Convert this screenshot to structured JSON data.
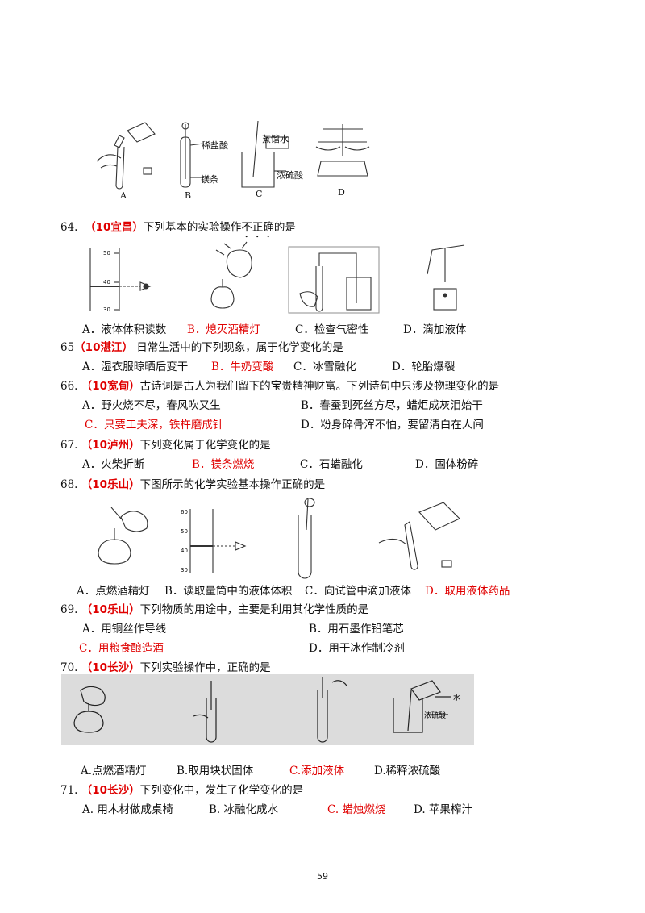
{
  "top_figure": {
    "labels": [
      "A",
      "B",
      "C",
      "D"
    ],
    "annotations": {
      "b_acid": "稀盐酸",
      "b_mg": "镁条",
      "c_water": "蒸馏水",
      "c_acid": "浓硫酸"
    }
  },
  "q64": {
    "num": "64.",
    "src": "（10宜昌）",
    "stem": "下列基本的实验操作",
    "em": "不正确",
    "tail": "的是",
    "ticks": [
      "50",
      "40",
      "30"
    ],
    "options": [
      "A．液体体积读数",
      "B．熄灭酒精灯",
      "C．检查气密性",
      "D．滴加液体"
    ]
  },
  "q65": {
    "num": "65",
    "src": "（10湛江）",
    "stem": "日常生活中的下列现象，属于化学变化的是",
    "options": [
      "A．湿衣服晾晒后变干",
      "B．牛奶变酸",
      "C．冰雪融化",
      "D．轮胎爆裂"
    ]
  },
  "q66": {
    "num": "66.",
    "src": "（10宽甸）",
    "stem": "古诗词是古人为我们留下的宝贵精神财富。下列诗句中只涉及物理变化的是",
    "options": [
      "A．野火烧不尽，春风吹又生",
      "B．春蚕到死丝方尽，蜡炬成灰泪始干",
      "C．只要工夫深，铁杵磨成针",
      "D．粉身碎骨浑不怕，要留清白在人间"
    ]
  },
  "q67": {
    "num": "67.",
    "src": "（10泸州）",
    "stem": "下列变化属于化学变化的是",
    "options": [
      "A．火柴折断",
      "B．镁条燃烧",
      "C．石蜡融化",
      "D．固体粉碎"
    ]
  },
  "q68": {
    "num": "68.",
    "src": "（10乐山）",
    "stem": "下图所示的化学实验基本操作正确的是",
    "ticks": [
      "60",
      "50",
      "40",
      "30"
    ],
    "options": [
      "A．点燃酒精灯",
      "B．读取量筒中的液体体积",
      "C．向试管中滴加液体",
      "D．取用液体药品"
    ]
  },
  "q69": {
    "num": "69.",
    "src": "（10乐山）",
    "stem": "下列物质的用途中，主要是利用其化学性质的是",
    "options": [
      "A．用铜丝作导线",
      "B．用石墨作铅笔芯",
      "C．用粮食酿造酒",
      "D．用干冰作制冷剂"
    ]
  },
  "q70": {
    "num": "70.",
    "src": "（10长沙）",
    "stem": "下列实验操作中，正确的是",
    "fig_labels": {
      "water": "水",
      "acid": "浓硫酸"
    },
    "options": [
      "A.点燃酒精灯",
      "B.取用块状固体",
      "C.添加液体",
      "D.稀释浓硫酸"
    ]
  },
  "q71": {
    "num": "71.",
    "src": "（10长沙）",
    "stem": "下列变化中，发生了化学变化的是",
    "options": [
      "A. 用木材做成桌椅",
      "B. 冰融化成水",
      "C. 蜡烛燃烧",
      "D. 苹果榨汁"
    ]
  },
  "page_number": "59"
}
